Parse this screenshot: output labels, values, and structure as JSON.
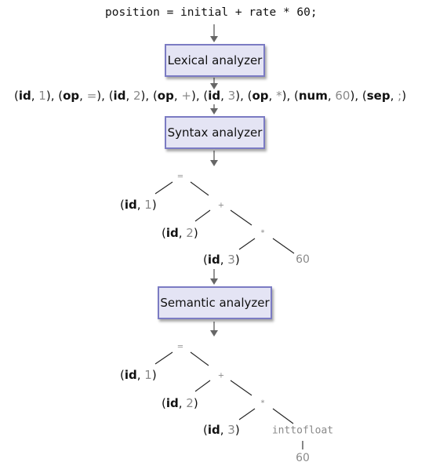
{
  "source_code": "position = initial + rate * 60;",
  "phases": {
    "lexical": "Lexical analyzer",
    "syntax": "Syntax analyzer",
    "semantic": "Semantic analyzer"
  },
  "tokens": [
    {
      "kind": "id",
      "value": "1"
    },
    {
      "kind": "op",
      "value": "="
    },
    {
      "kind": "id",
      "value": "2"
    },
    {
      "kind": "op",
      "value": "+"
    },
    {
      "kind": "id",
      "value": "3"
    },
    {
      "kind": "op",
      "value": "*"
    },
    {
      "kind": "num",
      "value": "60"
    },
    {
      "kind": "sep",
      "value": ";"
    }
  ],
  "syntax_tree": {
    "ops": {
      "assign": "=",
      "plus": "+",
      "times": "*"
    },
    "leaves": [
      {
        "kind": "id",
        "value": "1"
      },
      {
        "kind": "id",
        "value": "2"
      },
      {
        "kind": "id",
        "value": "3"
      }
    ],
    "number": "60"
  },
  "semantic_tree": {
    "ops": {
      "assign": "=",
      "plus": "+",
      "times": "*"
    },
    "leaves": [
      {
        "kind": "id",
        "value": "1"
      },
      {
        "kind": "id",
        "value": "2"
      },
      {
        "kind": "id",
        "value": "3"
      }
    ],
    "conversion": "inttofloat",
    "number": "60"
  }
}
